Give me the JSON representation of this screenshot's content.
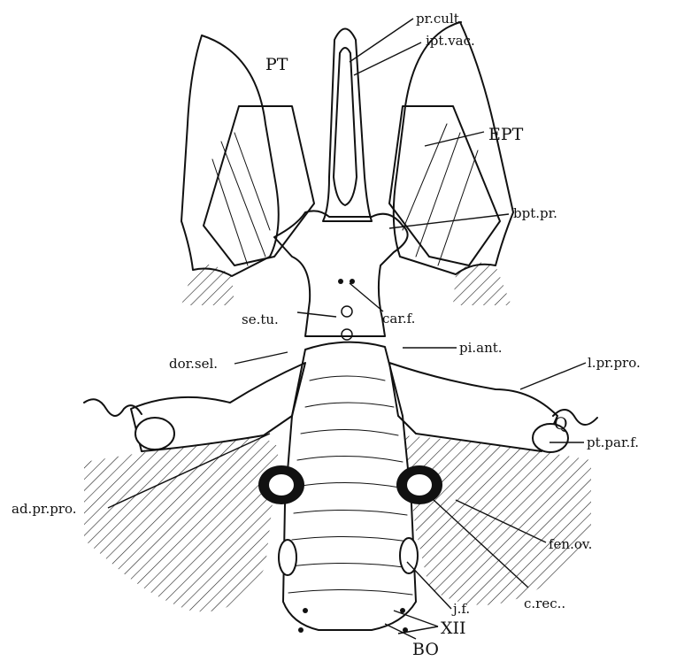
{
  "figure": {
    "labels": {
      "pr_cult": "pr.cult.",
      "ipt_vac": "ipt.vac.",
      "PT": "PT",
      "EPT": "EPT",
      "bpt_pr": "bpt.pr.",
      "car_f": "car.f.",
      "se_tu": "se.tu.",
      "pi_ant": "pi.ant.",
      "dor_sel": "dor.sel.",
      "l_pr_pro": "l.pr.pro.",
      "Q": "Q",
      "pt_par_f": "pt.par.f.",
      "ad_pr_pro": "ad.pr.pro.",
      "fen_ov": "fen.ov.",
      "c_rec": "c.rec..",
      "j_f": "j.f.",
      "XII": "XII",
      "BO": "BO"
    }
  }
}
